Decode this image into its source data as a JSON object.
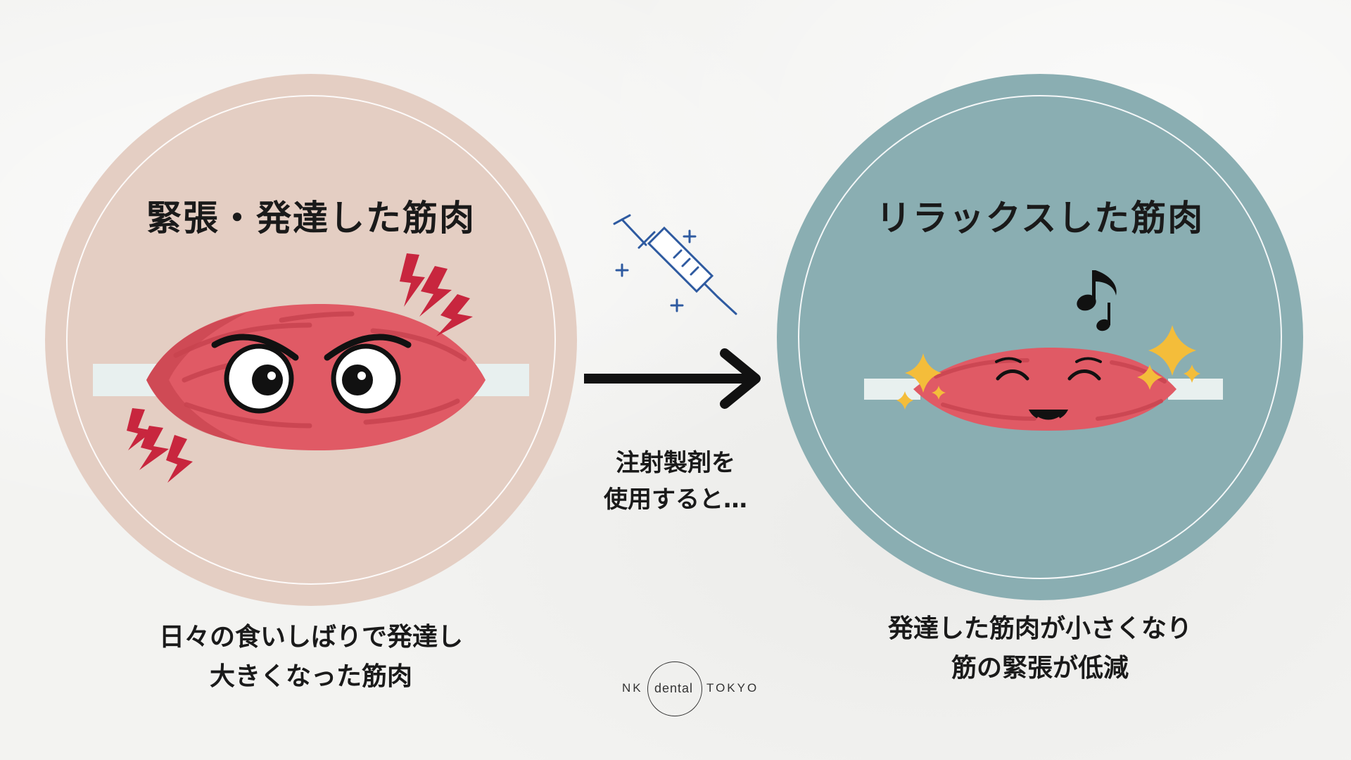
{
  "left": {
    "title": "緊張・発達した筋肉",
    "caption": [
      "日々の食いしばりで発達し",
      "大きくなった筋肉"
    ],
    "circle_color": "#e4cec3"
  },
  "right": {
    "title": "リラックスした筋肉",
    "caption": [
      "発達した筋肉が小さくなり",
      "筋の緊張が低減"
    ],
    "circle_color": "#8aaeb2"
  },
  "middle": {
    "text": [
      "注射製剤を",
      "使用すると…"
    ],
    "arrow_color": "#111111",
    "syringe_color": "#2e5aa0"
  },
  "logo": {
    "nk": "NK",
    "dental": "dental",
    "tokyo": "TOKYO"
  },
  "colors": {
    "muscle": "#e05a65",
    "muscle_dark": "#c8434f",
    "lightning": "#c8263e",
    "sparkle": "#f4bd3a",
    "tendon": "#e8f0ef"
  },
  "icons": [
    "angry-eyes-icon",
    "lightning-icon",
    "syringe-icon",
    "music-note-icon",
    "sparkle-icon",
    "arrow-right-icon"
  ]
}
